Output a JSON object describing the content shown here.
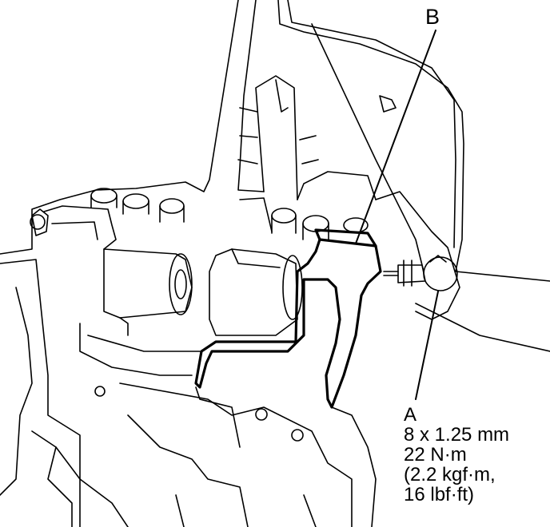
{
  "colors": {
    "line": "#000000",
    "background": "#ffffff"
  },
  "callouts": {
    "b": {
      "letter": "B"
    },
    "a": {
      "letter": "A",
      "spec_lines": [
        "8 x 1.25 mm",
        "22 N·m",
        "(2.2 kgf·m,",
        "16 lbf·ft)"
      ]
    }
  }
}
